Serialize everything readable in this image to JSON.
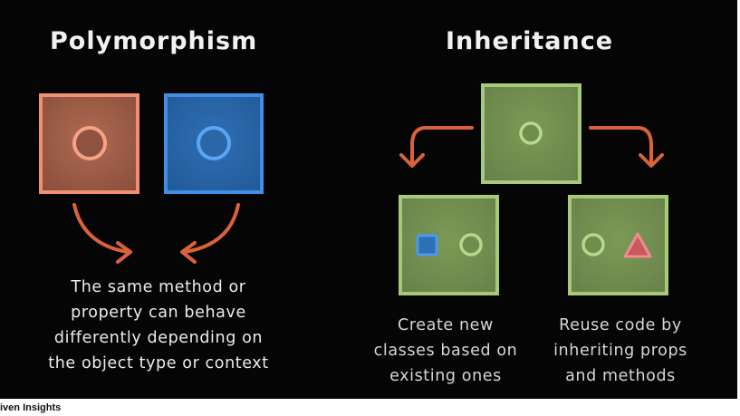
{
  "polymorphism": {
    "title": "Polymorphism",
    "description": "The same method or\nproperty can behave\ndifferently depending on\nthe object type or context"
  },
  "inheritance": {
    "title": "Inheritance",
    "caption_left": "Create new\nclasses based on\nexisting ones",
    "caption_right": "Reuse code by\ninheriting props\nand methods"
  },
  "footer": {
    "text": "iven Insights"
  },
  "colors": {
    "background": "#050505",
    "orange_box": "#f0906e",
    "blue_box": "#3f8fe6",
    "green_box": "#a6c97a",
    "arrow": "#d9623d",
    "text": "#f2f2f2"
  },
  "icons": [
    "circle-icon",
    "square-icon",
    "triangle-icon",
    "curved-arrow-icon"
  ]
}
